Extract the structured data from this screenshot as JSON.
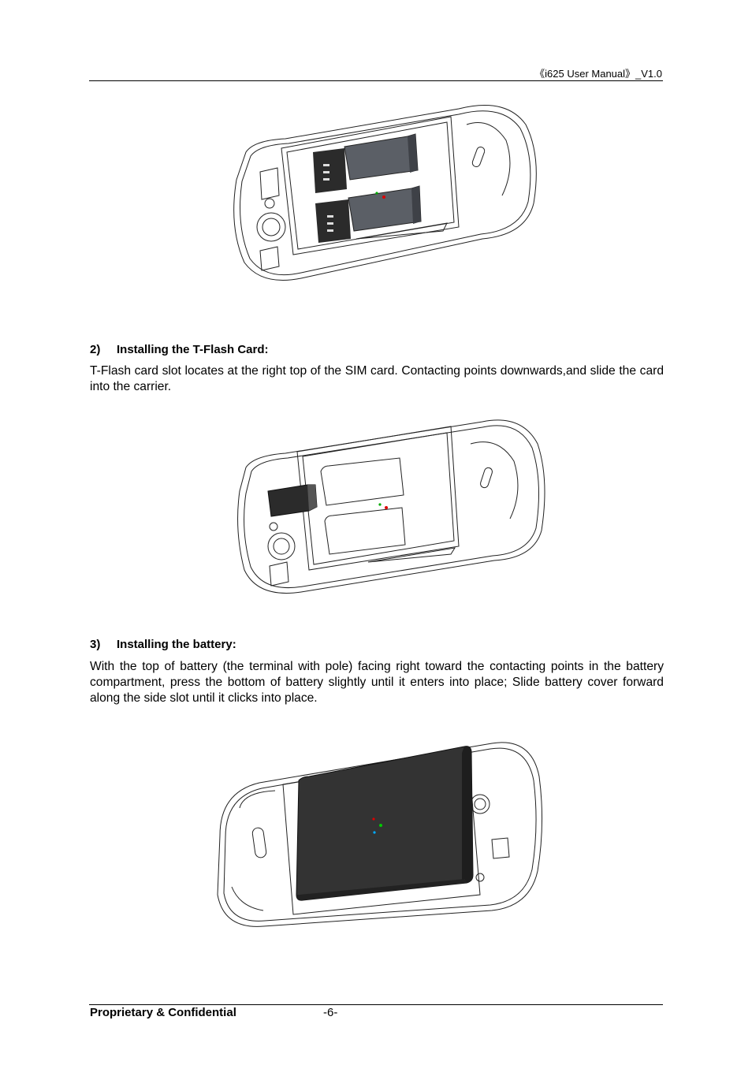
{
  "header": {
    "title": "《i625 User Manual》_V1.0"
  },
  "sections": [
    {
      "number": "2)",
      "title": "Installing the T-Flash Card:",
      "body": "T-Flash card slot locates at the right top of the SIM card. Contacting points downwards,and slide the card into the carrier."
    },
    {
      "number": "3)",
      "title": "Installing the battery:",
      "body": "With the top of battery (the terminal with pole) facing right toward the contacting points in the battery compartment, press the bottom of battery slightly until it enters into place; Slide battery cover forward along the side slot until it clicks into place."
    }
  ],
  "footer": {
    "left": "Proprietary & Confidential",
    "page": "-6-"
  },
  "colors": {
    "card_dark": "#2b2b2b",
    "card_gray": "#5b5f66",
    "battery": "#333333",
    "line_art": "#222222"
  }
}
